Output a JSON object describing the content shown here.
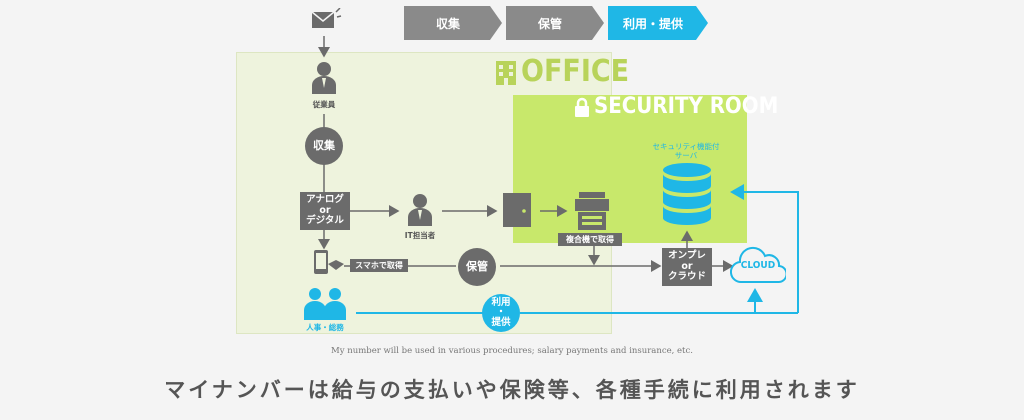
{
  "steps": {
    "collect": "収集",
    "store": "保管",
    "use": "利用・提供"
  },
  "zones": {
    "office": "OFFICE",
    "security_room": "SECURITY ROOM"
  },
  "nodes": {
    "employee": "従業員",
    "collect": "収集",
    "analog_or_digital": [
      "アナログ",
      "or",
      "デジタル"
    ],
    "it_staff": "IT担当者",
    "copier": "複合機で取得",
    "smartphone": "スマホで取得",
    "store": "保管",
    "server_label": [
      "セキュリティ機能付",
      "サーバ"
    ],
    "onprem_or_cloud": [
      "オンプレ",
      "or",
      "クラウド"
    ],
    "cloud": "CLOUD",
    "hr_accounting": "人事・総務",
    "use_provide": [
      "利用",
      "・",
      "提供"
    ]
  },
  "caption": "My number will be used in various procedures; salary payments and insurance, etc.",
  "headline": "マイナンバーは給与の支払いや保険等、各種手続に利用されます",
  "colors": {
    "accent": "#1fb7e6",
    "node": "#6b6b6b",
    "office_bg": "#eef3dd",
    "security_bg": "#c8e86b",
    "step_gray": "#8a8a8a"
  },
  "icons": [
    "envelope-icon",
    "person-icon",
    "building-icon",
    "lock-icon",
    "smartphone-icon",
    "door-icon",
    "copier-icon",
    "database-icon",
    "cloud-icon",
    "people-icon"
  ]
}
